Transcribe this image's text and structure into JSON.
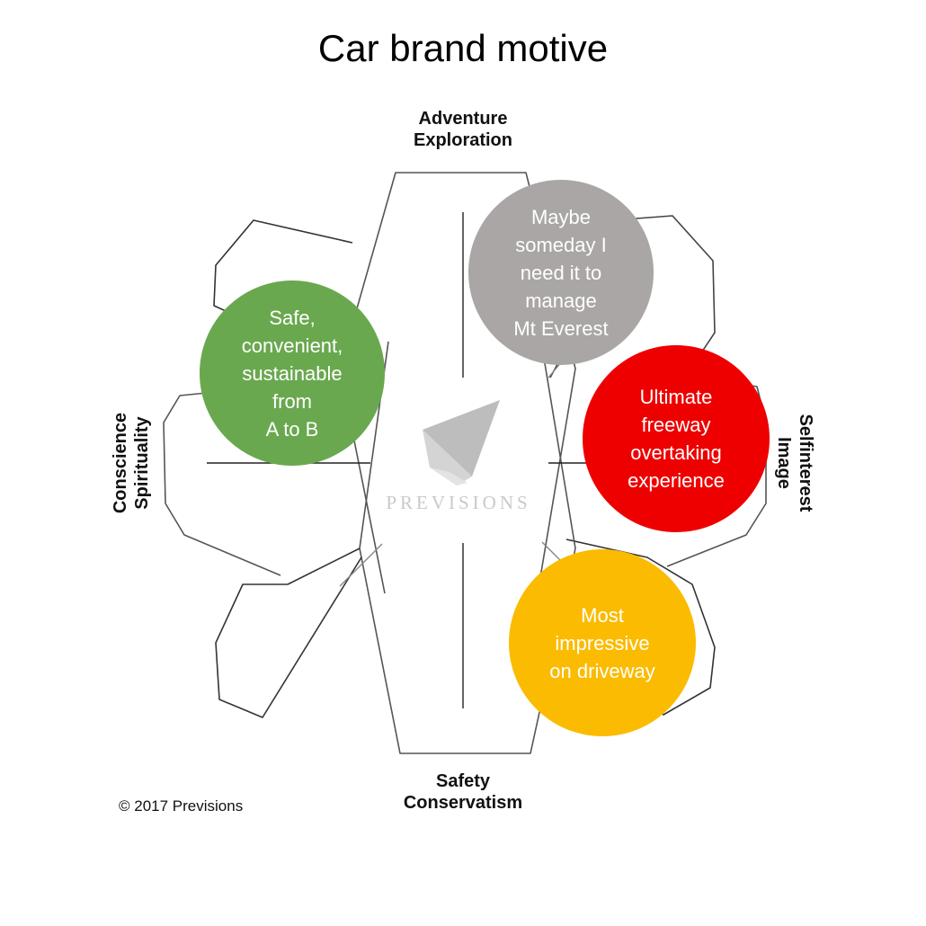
{
  "title": "Car brand motive",
  "axes": {
    "top": [
      "Adventure",
      "Exploration"
    ],
    "bottom": [
      "Safety",
      "Conservatism"
    ],
    "left": [
      "Conscience",
      "Spirituality"
    ],
    "right": [
      "Selfinterest",
      "Image"
    ]
  },
  "bubbles": {
    "green": {
      "lines": [
        "Safe,",
        "convenient,",
        "sustainable",
        "from",
        "A to B"
      ],
      "color": "#6aa84f"
    },
    "gray": {
      "lines": [
        "Maybe",
        "someday I",
        "need it to",
        "manage",
        "Mt Everest"
      ],
      "color": "#aaa6a5"
    },
    "red": {
      "lines": [
        "Ultimate",
        "freeway",
        "overtaking",
        "experience"
      ],
      "color": "#ee0000"
    },
    "yellow": {
      "lines": [
        "Most",
        "impressive",
        "on driveway"
      ],
      "color": "#fbbb00"
    }
  },
  "logo": {
    "text": "PREVISIONS",
    "icon": "previsions-logo-icon"
  },
  "copyright": "© 2017 Previsions"
}
